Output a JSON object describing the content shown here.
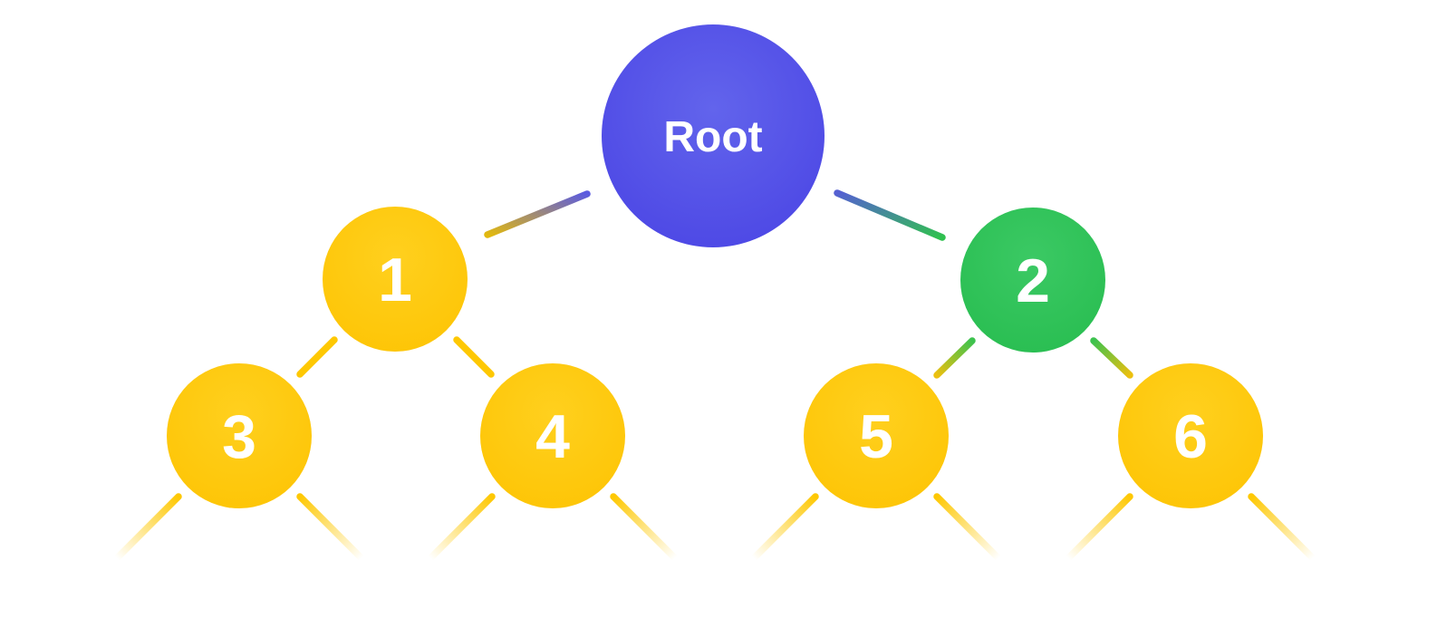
{
  "diagram": {
    "type": "binary-tree-visualization",
    "background": "#ffffff",
    "nodes": {
      "root": {
        "label": "Root",
        "color": "#4f46e5",
        "level": 0
      },
      "n1": {
        "label": "1",
        "color": "#fec803",
        "level": 1,
        "parent": "Root"
      },
      "n2": {
        "label": "2",
        "color": "#2fc154",
        "level": 1,
        "parent": "Root"
      },
      "n3": {
        "label": "3",
        "color": "#fec803",
        "level": 2,
        "parent": "1"
      },
      "n4": {
        "label": "4",
        "color": "#fec803",
        "level": 2,
        "parent": "1"
      },
      "n5": {
        "label": "5",
        "color": "#fec803",
        "level": 2,
        "parent": "2"
      },
      "n6": {
        "label": "6",
        "color": "#fec803",
        "level": 2,
        "parent": "2"
      }
    },
    "edges": [
      {
        "from": "Root",
        "to": "1",
        "gradient": [
          "#e2b90e",
          "#5b5be0"
        ]
      },
      {
        "from": "Root",
        "to": "2",
        "gradient": [
          "#5560d2",
          "#30c14f"
        ]
      },
      {
        "from": "1",
        "to": "3",
        "gradient": [
          "#fec803",
          "#fec803"
        ]
      },
      {
        "from": "1",
        "to": "4",
        "gradient": [
          "#fec803",
          "#fec803"
        ]
      },
      {
        "from": "2",
        "to": "5",
        "gradient": [
          "#3cc24e",
          "#ecc00f"
        ]
      },
      {
        "from": "2",
        "to": "6",
        "gradient": [
          "#3cc24e",
          "#ecc00f"
        ]
      }
    ],
    "faded_stub_edges": {
      "description": "edges fading to transparent below each leaf, hinting at hidden deeper nodes",
      "per_leaf": 2,
      "leaves": [
        "3",
        "4",
        "5",
        "6"
      ],
      "color": "#fec803"
    },
    "colors": {
      "root_node": "#4f46e5",
      "yellow_node": "#fec803",
      "green_node": "#2fc154",
      "label_text": "#ffffff"
    }
  }
}
